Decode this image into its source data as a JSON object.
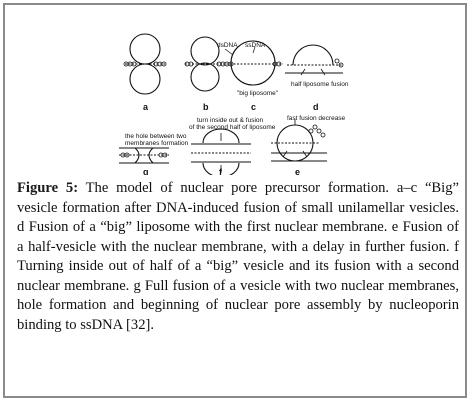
{
  "figure": {
    "panels": {
      "a": "a",
      "b": "b",
      "c": "c",
      "d": "d",
      "e": "e",
      "f": "f",
      "g": "g"
    },
    "annotations": {
      "dsDNA": "dsDNA",
      "ssDNA": "ssDNA",
      "big_liposome": "\"big liposome\"",
      "half_liposome_fusion": "half liposome fusion",
      "turn_inside_out_1": "turn inside out & fusion",
      "turn_inside_out_2": "of the second half of liposome",
      "fast_fusion_decrease": "fast fusion decrease",
      "hole_1": "the hole between two",
      "hole_2": "membranes formation"
    }
  },
  "caption": {
    "label": "Figure 5:",
    "text": " The model of nuclear pore precursor formation. a–c “Big” vesicle formation after DNA-induced fusion of small unilamellar vesicles. d Fusion of a “big” liposome with the first nuclear membrane. e Fusion of a half-vesicle with the nuclear membrane, with a delay in further fusion. f Turning inside out of half of a “big” vesicle and its fusion with a second nuclear membrane. g Full fusion of a vesicle with two nuclear membranes, hole formation and beginning of nuclear pore assembly by nucleoporin binding to ssDNA [32]."
  }
}
